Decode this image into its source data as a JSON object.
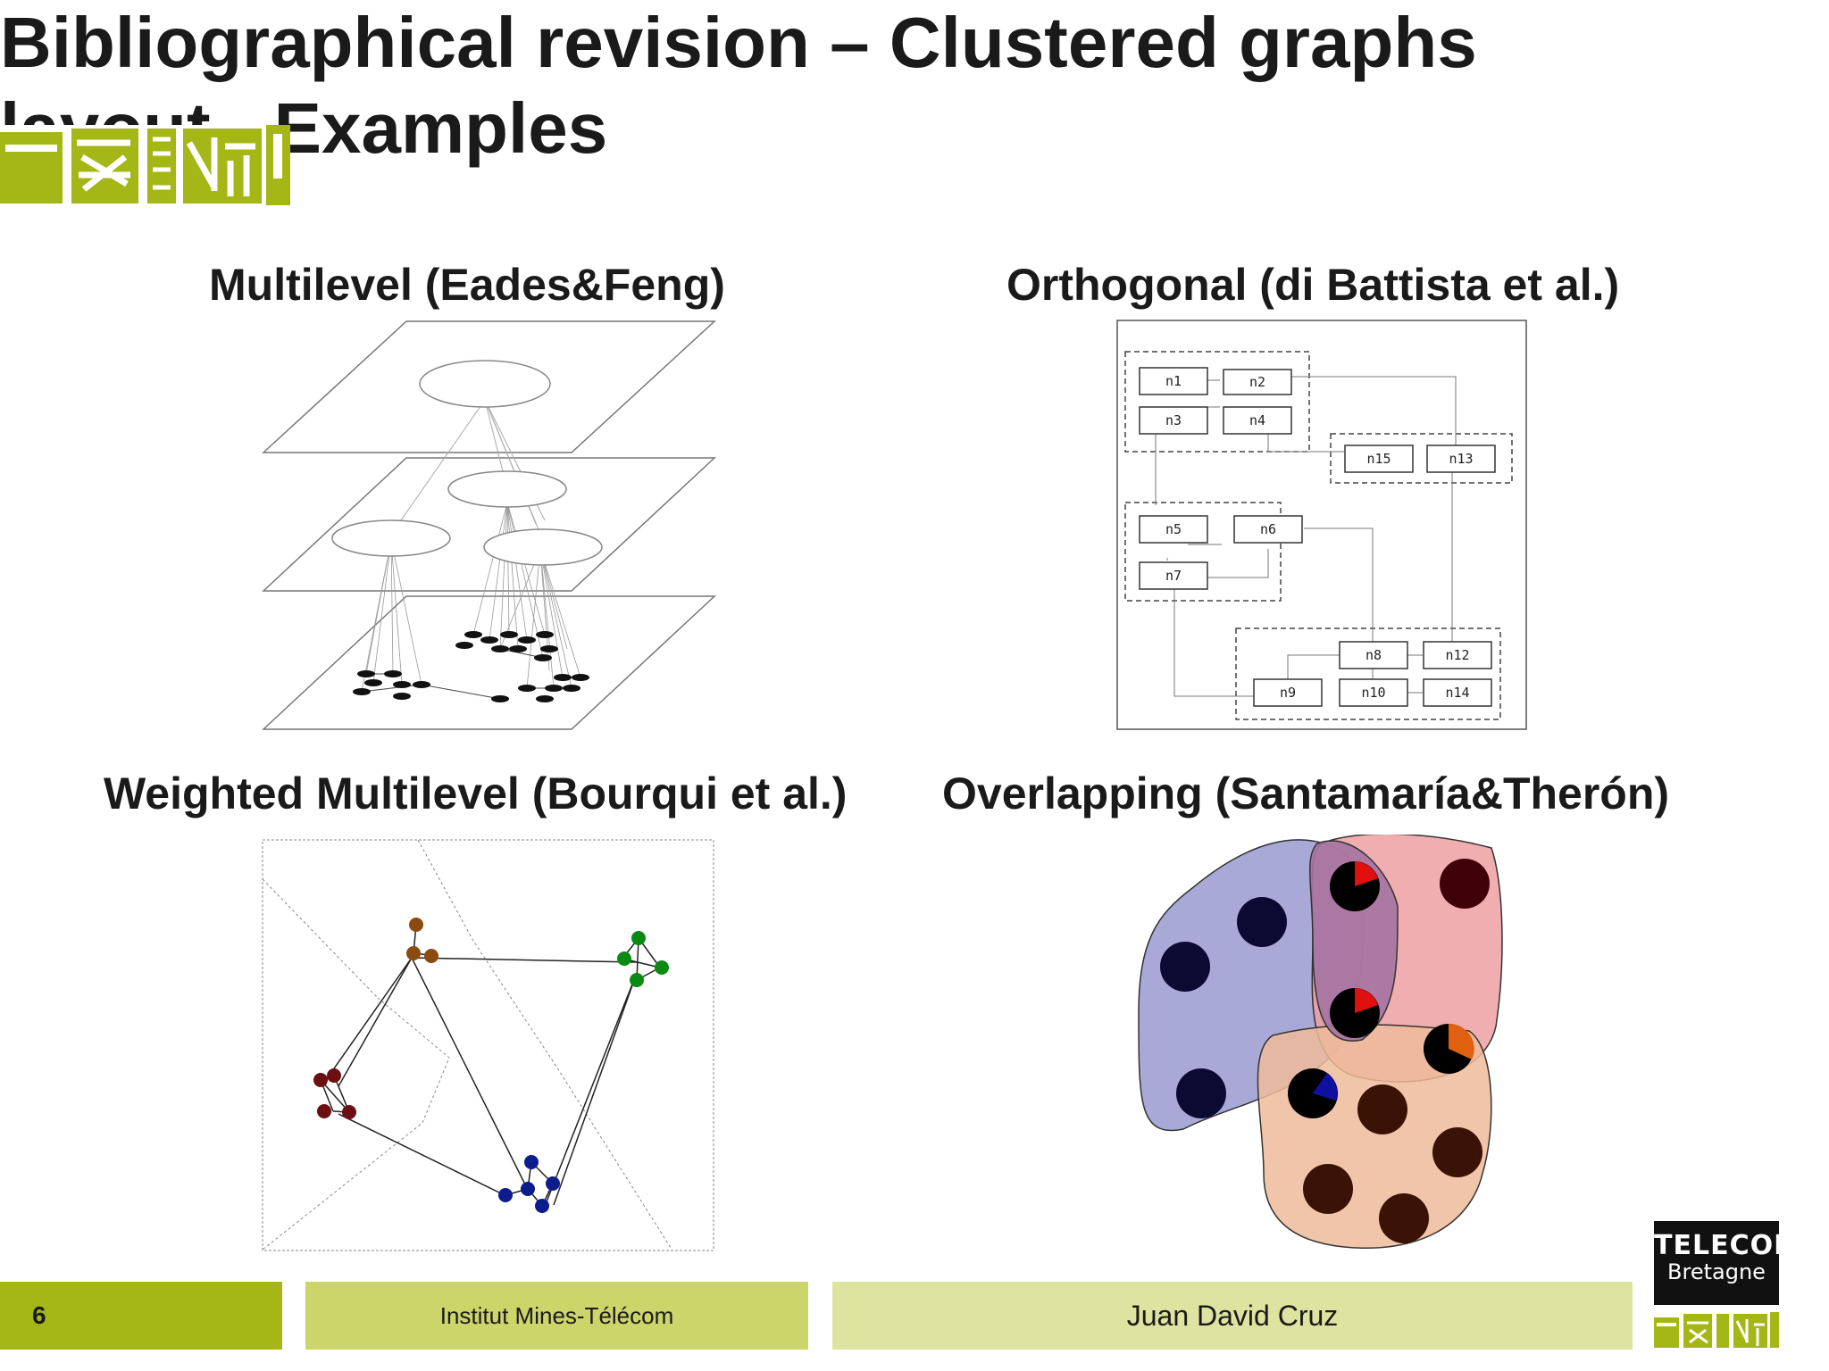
{
  "slide": {
    "title": "Bibliographical revision – Clustered graphs layout - Examples",
    "page_number": "6",
    "institution": "Institut Mines-Télécom",
    "author": "Juan David Cruz",
    "brand_logo": {
      "line1": "TELECOM",
      "line2": "Bretagne"
    }
  },
  "panels": {
    "multilevel": {
      "caption": "Multilevel (Eades&Feng)"
    },
    "orthogonal": {
      "caption": "Orthogonal (di Battista et al.)",
      "nodes": [
        "n1",
        "n2",
        "n3",
        "n4",
        "n15",
        "n13",
        "n5",
        "n6",
        "n7",
        "n8",
        "n12",
        "n9",
        "n10",
        "n14"
      ]
    },
    "weighted": {
      "caption": "Weighted Multilevel (Bourqui et al.)"
    },
    "overlapping": {
      "caption": "Overlapping (Santamaría&Therón)"
    }
  },
  "colors": {
    "accent_dark": "#a5b617",
    "accent_mid": "#ccd56a",
    "accent_light": "#dde4a0",
    "blue_cluster": "#9fa0d3",
    "red_cluster": "#eda0a3",
    "orange_cluster": "#efbb9a"
  }
}
